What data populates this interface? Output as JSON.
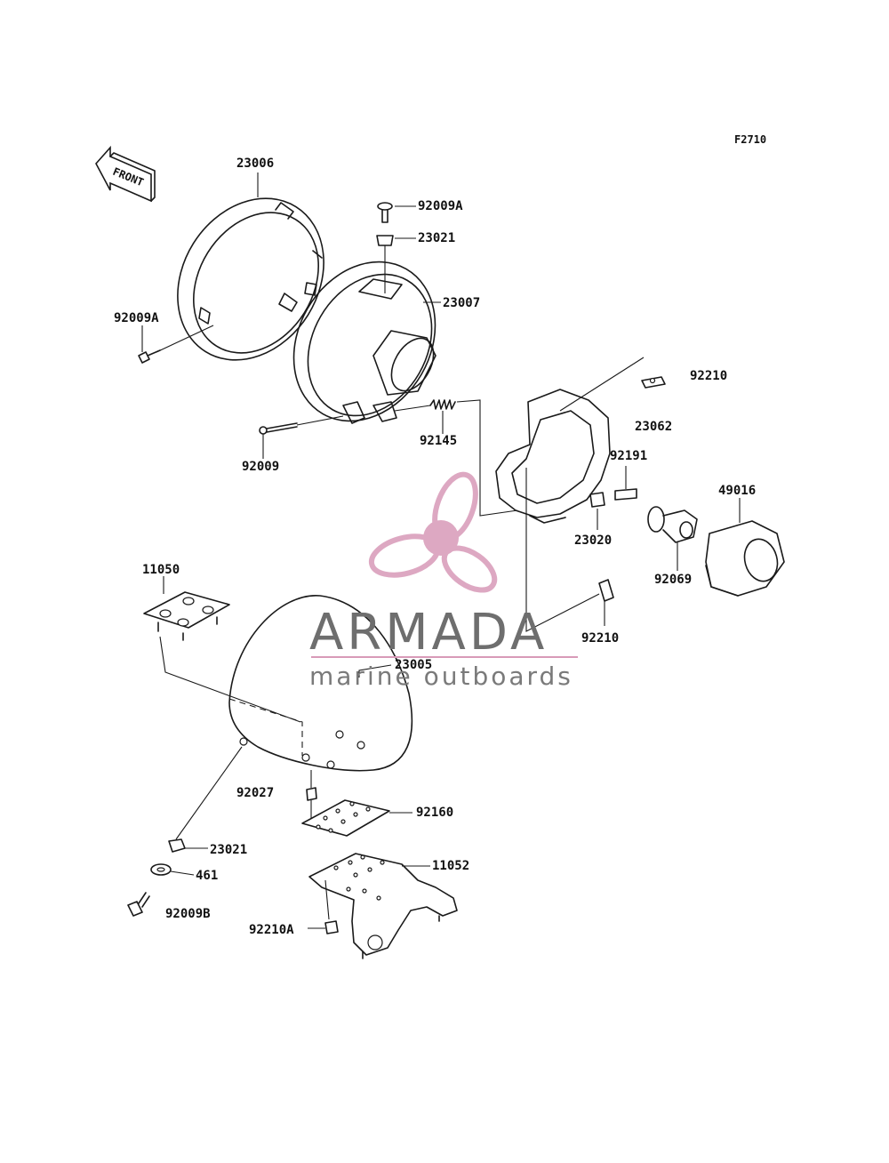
{
  "diagram_code": "F2710",
  "front_arrow": {
    "label": "FRONT"
  },
  "watermark": {
    "brand": "ARMADA",
    "tagline": "marine outboards",
    "logo": "propeller-logo",
    "color": "#d89ab8"
  },
  "parts": [
    {
      "id": "23006",
      "name": "headlight-rim"
    },
    {
      "id": "92009A",
      "name": "screw-top"
    },
    {
      "id": "23021",
      "name": "grommet-top"
    },
    {
      "id": "23007",
      "name": "headlight-housing"
    },
    {
      "id": "92009A",
      "name": "screw-left"
    },
    {
      "id": "92210",
      "name": "nut-upper"
    },
    {
      "id": "23062",
      "name": "headlight-socket-cover"
    },
    {
      "id": "92145",
      "name": "spring"
    },
    {
      "id": "92009",
      "name": "screw-long"
    },
    {
      "id": "92191",
      "name": "collar"
    },
    {
      "id": "49016",
      "name": "bulb-boot"
    },
    {
      "id": "23020",
      "name": "socket-clip"
    },
    {
      "id": "92069",
      "name": "bulb"
    },
    {
      "id": "11050",
      "name": "upper-bracket"
    },
    {
      "id": "92210",
      "name": "nut-lower"
    },
    {
      "id": "23005",
      "name": "headlight-shell"
    },
    {
      "id": "92027",
      "name": "collar-shell"
    },
    {
      "id": "92160",
      "name": "damper-plate"
    },
    {
      "id": "23021",
      "name": "grommet-bottom"
    },
    {
      "id": "11052",
      "name": "lower-bracket"
    },
    {
      "id": "461",
      "name": "washer"
    },
    {
      "id": "92009B",
      "name": "bolt"
    },
    {
      "id": "92210A",
      "name": "nut-bracket"
    }
  ]
}
